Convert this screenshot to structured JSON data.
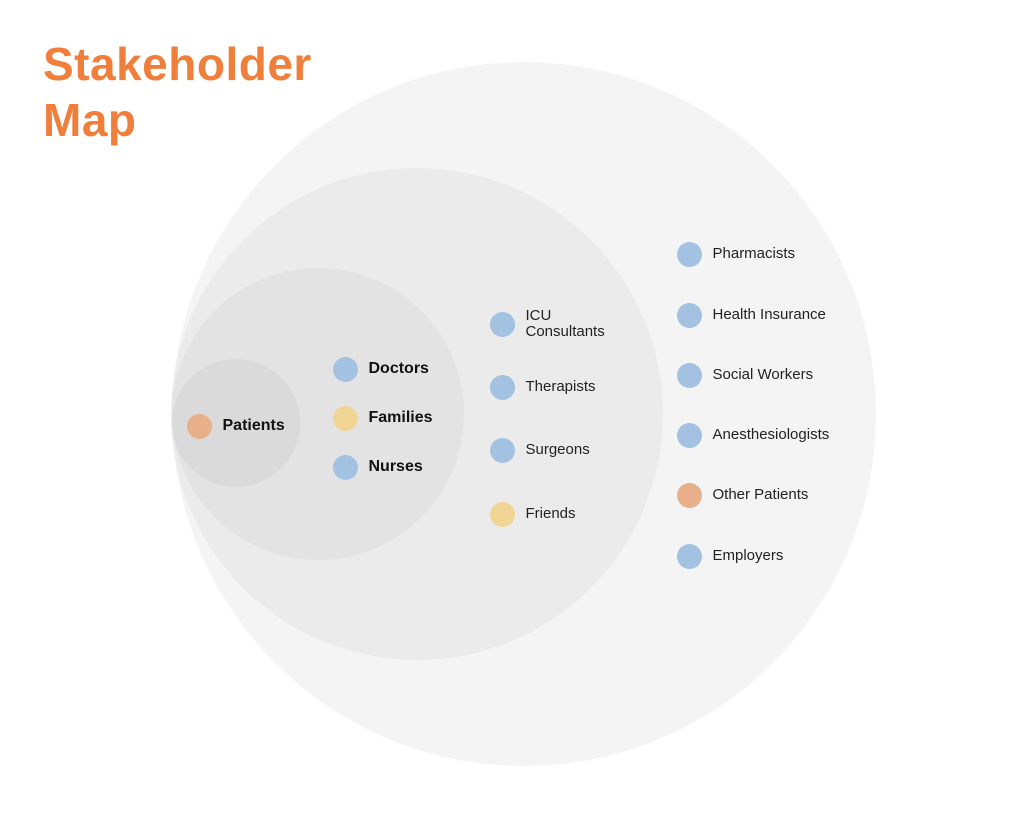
{
  "title": "Stakeholder\nMap",
  "colors": {
    "title": "#f07f3c",
    "blue": "#a3c2e2",
    "yellow": "#f1d595",
    "orange": "#e8b08a",
    "ring_outer": "#f4f4f4",
    "ring_mid": "#ebebeb",
    "ring_inner": "#e3e3e3",
    "ring_core": "#dadada"
  },
  "rings": [
    {
      "name": "core",
      "stakeholders": [
        {
          "label": "Patients",
          "color": "orange"
        }
      ]
    },
    {
      "name": "inner",
      "stakeholders": [
        {
          "label": "Doctors",
          "color": "blue"
        },
        {
          "label": "Families",
          "color": "yellow"
        },
        {
          "label": "Nurses",
          "color": "blue"
        }
      ]
    },
    {
      "name": "middle",
      "stakeholders": [
        {
          "label": "ICU Consultants",
          "color": "blue"
        },
        {
          "label": "Therapists",
          "color": "blue"
        },
        {
          "label": "Surgeons",
          "color": "blue"
        },
        {
          "label": "Friends",
          "color": "yellow"
        }
      ]
    },
    {
      "name": "outer",
      "stakeholders": [
        {
          "label": "Pharmacists",
          "color": "blue"
        },
        {
          "label": "Health Insurance",
          "color": "blue"
        },
        {
          "label": "Social Workers",
          "color": "blue"
        },
        {
          "label": "Anesthesiologists",
          "color": "blue"
        },
        {
          "label": "Other Patients",
          "color": "orange"
        },
        {
          "label": "Employers",
          "color": "blue"
        }
      ]
    }
  ]
}
